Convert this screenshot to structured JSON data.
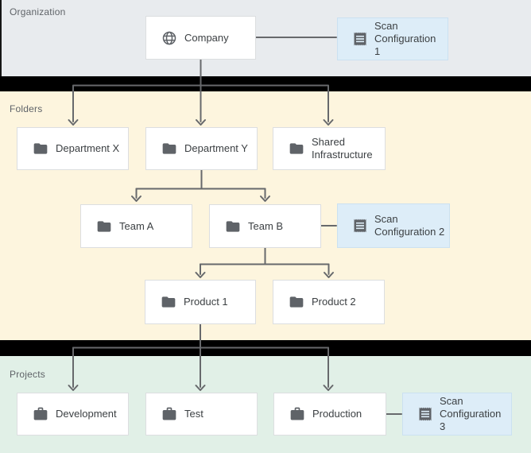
{
  "sections": {
    "organization": {
      "label": "Organization"
    },
    "folders": {
      "label": "Folders"
    },
    "projects": {
      "label": "Projects"
    }
  },
  "colors": {
    "org-bg": "#e8ebee",
    "folders-bg": "#fdf5de",
    "projects-bg": "#e1f0e7",
    "band": "#000000",
    "connector": "#67696c",
    "node-bg": "#ffffff",
    "node-border": "#dcdee0",
    "scan-bg": "#ddedf8",
    "scan-border": "#cbe1f1",
    "icon": "#5f6368",
    "label-text": "#3c4043",
    "section-text": "#5f6368"
  },
  "nodes": {
    "company": {
      "label": "Company",
      "icon": "globe-icon"
    },
    "scan_config_1": {
      "label": "Scan Configuration 1",
      "icon": "receipt-icon"
    },
    "department_x": {
      "label": "Department X",
      "icon": "folder-icon"
    },
    "department_y": {
      "label": "Department Y",
      "icon": "folder-icon"
    },
    "shared_infrastructure": {
      "label": "Shared Infrastructure",
      "icon": "folder-icon"
    },
    "team_a": {
      "label": "Team A",
      "icon": "folder-icon"
    },
    "team_b": {
      "label": "Team B",
      "icon": "folder-icon"
    },
    "scan_config_2": {
      "label": "Scan Configuration 2",
      "icon": "receipt-icon"
    },
    "product_1": {
      "label": "Product 1",
      "icon": "folder-icon"
    },
    "product_2": {
      "label": "Product 2",
      "icon": "folder-icon"
    },
    "development": {
      "label": "Development",
      "icon": "briefcase-icon"
    },
    "test": {
      "label": "Test",
      "icon": "briefcase-icon"
    },
    "production": {
      "label": "Production",
      "icon": "briefcase-icon"
    },
    "scan_config_3": {
      "label": "Scan Configuration 3",
      "icon": "receipt-icon"
    }
  }
}
